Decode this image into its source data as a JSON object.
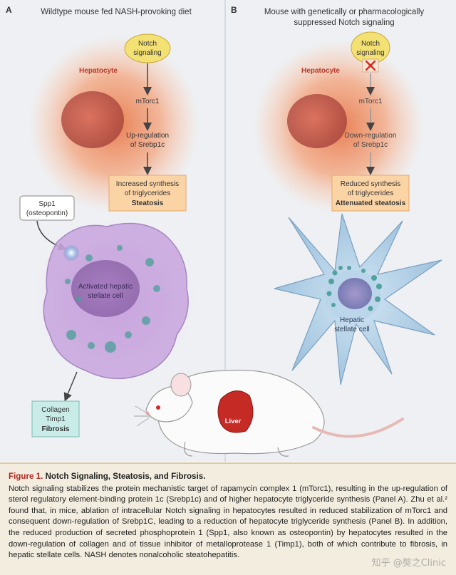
{
  "panel_a": {
    "letter": "A",
    "title": "Wildtype mouse fed NASH-provoking diet",
    "notch_label": [
      "Notch",
      "signaling"
    ],
    "hepatocyte_label": "Hepatocyte",
    "mtorc1": "mTorc1",
    "upreg": [
      "Up-regulation",
      "of Srebp1c"
    ],
    "synthesis": [
      "Increased synthesis",
      "of triglycerides"
    ],
    "synthesis_result": "Steatosis",
    "spp1": [
      "Spp1",
      "(osteopontin)"
    ],
    "stellate": [
      "Activated hepatic",
      "stellate cell"
    ],
    "fibrosis_box": [
      "Collagen",
      "Timp1",
      "Fibrosis"
    ]
  },
  "panel_b": {
    "letter": "B",
    "title": [
      "Mouse with genetically or pharmacologically",
      "suppressed Notch signaling"
    ],
    "notch_label": [
      "Notch",
      "signaling"
    ],
    "hepatocyte_label": "Hepatocyte",
    "mtorc1": "mTorc1",
    "downreg": [
      "Down-regulation",
      "of Srebp1c"
    ],
    "synthesis": [
      "Reduced synthesis",
      "of triglycerides"
    ],
    "synthesis_result": "Attenuated steatosis",
    "stellate": [
      "Hepatic",
      "stellate cell"
    ]
  },
  "mouse": {
    "liver_label": "Liver"
  },
  "caption": {
    "figure_label": "Figure 1.",
    "title": "Notch Signaling, Steatosis, and Fibrosis.",
    "body": "Notch signaling stabilizes the protein mechanistic target of rapamycin complex 1 (mTorc1), resulting in the up-regulation of sterol regulatory element-binding protein 1c (Srebp1c) and of higher hepatocyte triglyceride synthesis (Panel A). Zhu et al.² found that, in mice, ablation of intracellular Notch signaling in hepatocytes resulted in reduced stabilization of mTorc1 and consequent down-regulation of Srebp1C, leading to a reduction of hepatocyte triglyceride synthesis (Panel B). In addition, the reduced production of secreted phosphoprotein 1 (Spp1, also known as osteopontin) by hepatocytes resulted in the down-regulation of collagen and of tissue inhibitor of metalloprotease 1 (Timp1), both of which contribute to fibrosis, in hepatic stellate cells. NASH denotes nonalcoholic steatohepatitis."
  },
  "watermark": "知乎 @獒之Clinic",
  "colors": {
    "panel_bg": "#eef0f3",
    "hepatocyte_glow": "#f0a070",
    "notch_yellow": "#f3e173",
    "box_orange": "#fbd4a6",
    "box_teal": "#c9ece9",
    "stellate_purple": "#b58ad0",
    "stellate_blue": "#9cc7e4",
    "caption_bg": "#f3ede0",
    "figure_red": "#b3261e"
  }
}
